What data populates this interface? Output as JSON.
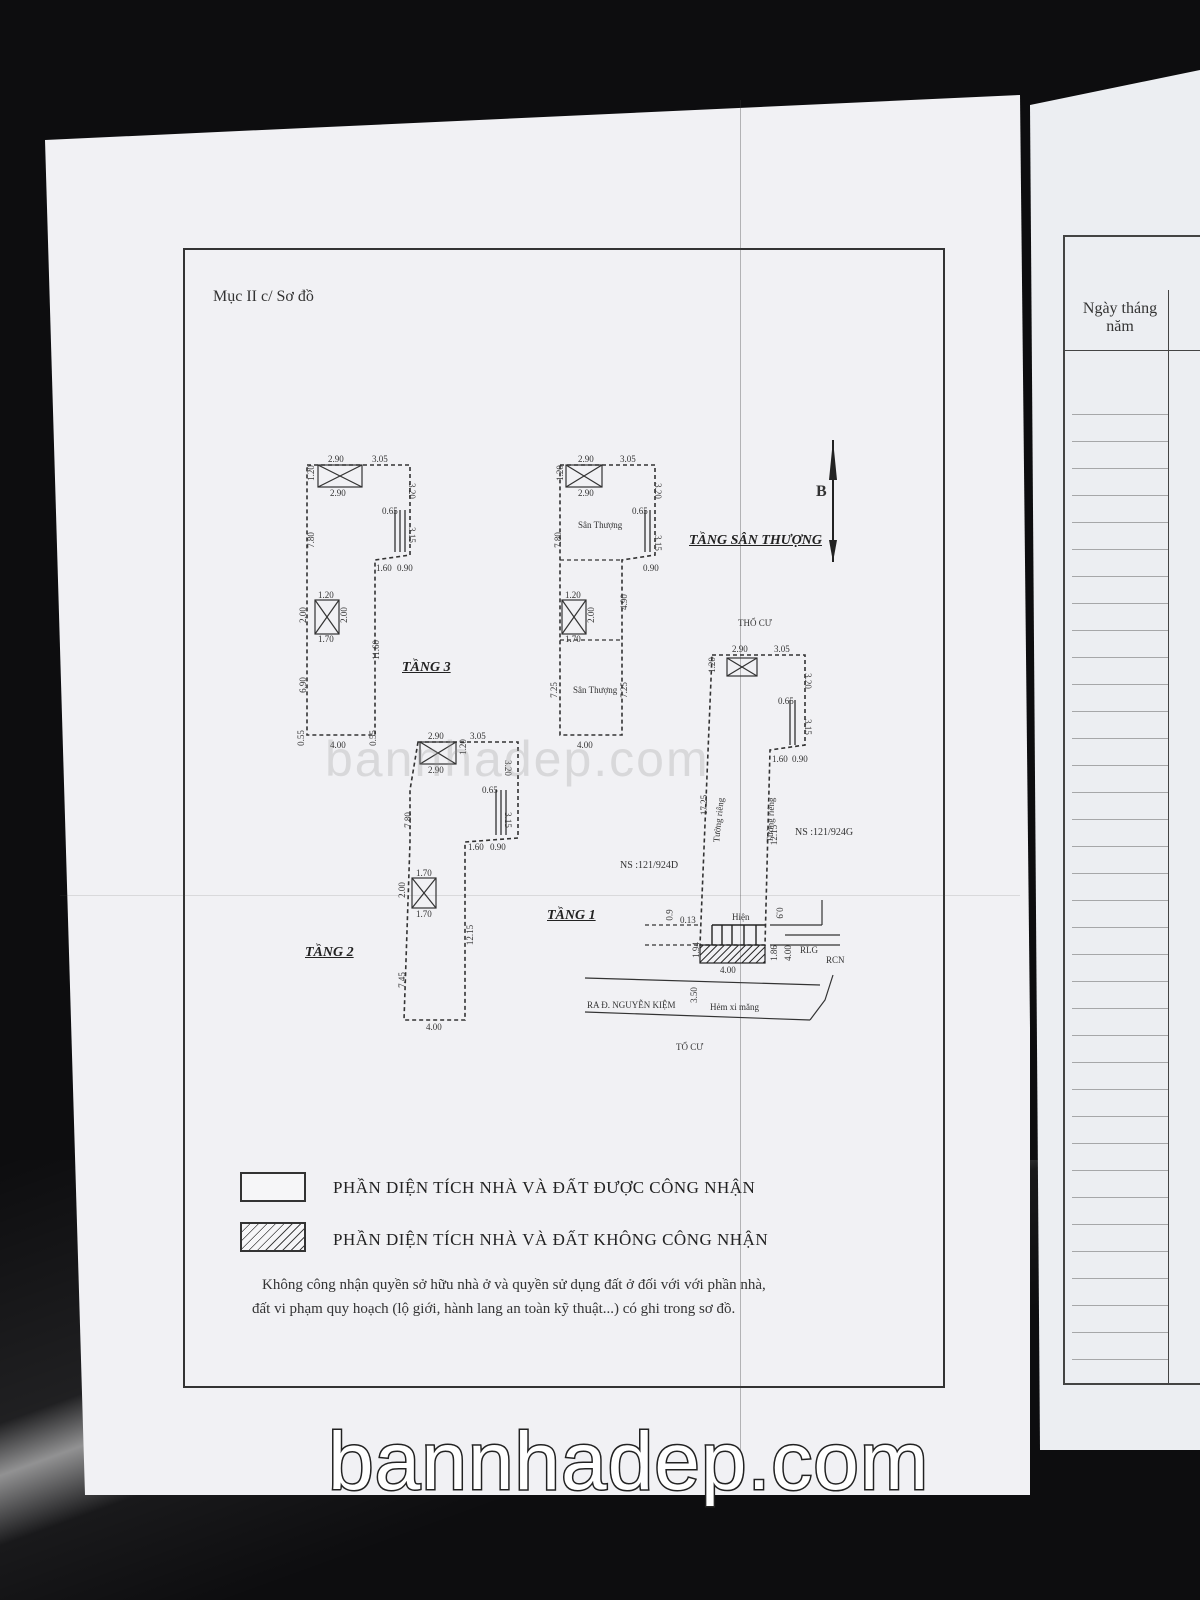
{
  "section_title": "Mục II c/ Sơ đồ",
  "floors": {
    "tang3": "TẦNG 3",
    "tang2": "TẦNG 2",
    "tang1": "TẦNG 1",
    "tang_san_thuong": "TẦNG SÂN THƯỢNG"
  },
  "plan_labels": {
    "san_thuong_1": "Sân Thượng",
    "san_thuong_2": "Sân Thượng",
    "tho_cu_top": "THỔ CƯ",
    "tho_cu_bottom": "TỔ CƯ",
    "ns_left": "NS :121/924D",
    "ns_right": "NS :121/924G",
    "tuong_rieng_1": "Tường riêng",
    "tuong_rieng_2": "Tường riêng",
    "street": "RA Đ. NGUYỄN KIỆM",
    "alley": "Hẻm xi măng",
    "hien_trang": "Hiện",
    "rlg": "RLG",
    "rcn": "RCN",
    "north": "B"
  },
  "dimensions": {
    "t3": [
      "2.90",
      "3.05",
      "1.20",
      "2.90",
      "3.20",
      "0.65",
      "3.15",
      "7.80",
      "1.60",
      "0.90",
      "1.20",
      "2.00",
      "1.70",
      "2.00",
      "11.60",
      "6.90",
      "0.55",
      "4.00",
      "0.55"
    ],
    "st": [
      "2.90",
      "3.05",
      "1.20",
      "2.90",
      "3.20",
      "0.65",
      "3.15",
      "7.80",
      "0.90",
      "1.20",
      "2.00",
      "1.70",
      "4.90",
      "7.25",
      "7.25",
      "4.00"
    ],
    "t2": [
      "2.90",
      "3.05",
      "1.20",
      "2.90",
      "3.20",
      "0.65",
      "3.15",
      "7.80",
      "1.60",
      "0.90",
      "1.70",
      "2.00",
      "1.70",
      "12.15",
      "7.45",
      "4.00"
    ],
    "t1": [
      "2.90",
      "3.05",
      "1.20",
      "3.20",
      "0.65",
      "3.15",
      "1.60",
      "0.90",
      "17.25",
      "12.15",
      "0.9",
      "0.13",
      "0.9",
      "1.94",
      "4.00",
      "1.86",
      "4.00",
      "3.50"
    ]
  },
  "legend": {
    "recognized": "PHẦN DIỆN TÍCH NHÀ VÀ ĐẤT ĐƯỢC CÔNG NHẬN",
    "not_recognized": "PHẦN DIỆN TÍCH NHÀ VÀ ĐẤT KHÔNG CÔNG NHẬN"
  },
  "note": {
    "line1": "Không công nhận quyền sở hữu nhà ở và quyền sử dụng đất ở đối với với phần nhà,",
    "line2": "đất vi phạm quy hoạch (lộ giới, hành lang an toàn kỹ thuật...) có ghi trong sơ đồ."
  },
  "right_table": {
    "header": "Ngày tháng năm"
  },
  "watermark": {
    "faint": "bannhadep.com",
    "big": "bannhadep.com"
  }
}
